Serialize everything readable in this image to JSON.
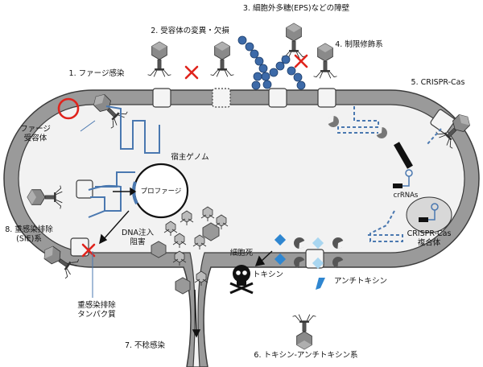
{
  "labels": {
    "phage_infection": "1. ファージ感染",
    "receptor_change": "2. 受容体の変異・欠損",
    "eps_barrier": "3. 細胞外多糖(EPS)などの障壁",
    "restriction": "4. 制限修飾系",
    "crispr": "5. CRISPR-Cas",
    "ta_system": "6. トキシン-アンチトキシン系",
    "abortive": "7. 不稔感染",
    "sie": "8. 重感染排除\n(SIE)系",
    "phage_receptor": "ファージ\n受容体",
    "host_genome": "宿主ゲノム",
    "prophage": "プロファージ",
    "dna_injection_block": "DNA注入\n阻害",
    "cell_death": "細胞死",
    "toxin": "トキシン",
    "antitoxin": "アンチトキシン",
    "crrnas": "crRNAs",
    "crispr_complex": "CRISPR-Cas\n複合体",
    "sie_protein": "重感染排除\nタンパク質"
  },
  "colors": {
    "membrane": "#9a9a9a",
    "membrane_outline": "#3c3c3c",
    "cytoplasm": "#f2f2f2",
    "dna_blue": "#4a78b0",
    "eps_bead": "#3d6aa8",
    "red_cross": "#e0231c",
    "toxin_blue": "#2f86d0",
    "antitoxin_light": "#a9d6f0"
  },
  "icons": [
    "phage-icon",
    "red-cross-icon",
    "red-circle-icon",
    "skull-icon",
    "pacman-antitoxin-icon"
  ]
}
